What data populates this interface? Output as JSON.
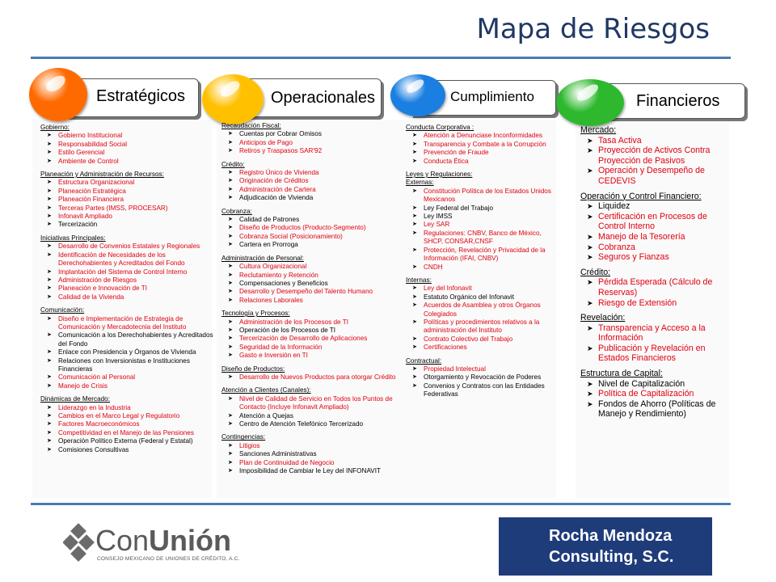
{
  "title": "Mapa de Riesgos",
  "columns": [
    {
      "label": "Estratégicos",
      "orb_color": "#ff6a00",
      "sections": [
        {
          "title": "Gobierno:",
          "items": [
            {
              "text": "Gobierno Institucional",
              "red": true
            },
            {
              "text": "Responsabilidad Social",
              "red": true
            },
            {
              "text": "Estilo Gerencial",
              "red": true
            },
            {
              "text": "Ambiente de Control",
              "red": true
            }
          ]
        },
        {
          "title": "Planeación y Administración de Recursos:",
          "items": [
            {
              "text": "Estructura Organizacional",
              "red": true
            },
            {
              "text": "Planeación Estratégica",
              "red": true
            },
            {
              "text": "Planeación Financiera",
              "red": true
            },
            {
              "text": "Terceras Partes (IMSS, PROCESAR)",
              "red": true
            },
            {
              "text": "Infonavit Ampliado",
              "red": true
            },
            {
              "text": "Tercerización",
              "red": false
            }
          ]
        },
        {
          "title": "Iniciativas Principales:",
          "items": [
            {
              "text": "Desarrollo de Convenios Estatales y Regionales",
              "red": true
            },
            {
              "text": "Identificación de Necesidades de los Derechohabientes y Acreditados del Fondo",
              "red": true
            },
            {
              "text": "Implantación del Sistema de Control Interno",
              "red": true
            },
            {
              "text": "Administración de Riesgos",
              "red": true
            },
            {
              "text": "Planeación e Innovación de TI",
              "red": true
            },
            {
              "text": "Calidad de la Vivienda",
              "red": true
            }
          ]
        },
        {
          "title": "Comunicación:",
          "items": [
            {
              "text": "Diseño e Implementación de Estrategia de Comunicación y Mercadotecnia del Instituto",
              "red": true
            },
            {
              "text": "Comunicación a los Derechohabientes y Acreditados del Fondo",
              "red": false
            },
            {
              "text": "Enlace con Presidencia y Órganos de Vivienda",
              "red": false
            },
            {
              "text": "Relaciones con Inversionistas e Instituciones Financieras",
              "red": false
            },
            {
              "text": "Comunicación al Personal",
              "red": true
            },
            {
              "text": "Manejo de Crisis",
              "red": true
            }
          ]
        },
        {
          "title": "Dinámicas de Mercado:",
          "items": [
            {
              "text": "Liderazgo en la Industria",
              "red": true
            },
            {
              "text": "Cambios en el Marco Legal y Regulatorio",
              "red": true
            },
            {
              "text": "Factores Macroeconómicos",
              "red": true
            },
            {
              "text": "Competitividad en el Manejo de las Pensiones",
              "red": true
            },
            {
              "text": "Operación Político Externa (Federal y Estatal)",
              "red": false
            },
            {
              "text": "Comisiones Consultivas",
              "red": false
            }
          ]
        }
      ]
    },
    {
      "label": "Operacionales",
      "orb_color": "#ffc000",
      "sections": [
        {
          "title": "Recaudación Fiscal:",
          "items": [
            {
              "text": "Cuentas por Cobrar Omisos",
              "red": false
            },
            {
              "text": "Anticipos de Pago",
              "red": true
            },
            {
              "text": "Retiros y Traspasos SAR'92",
              "red": true
            }
          ]
        },
        {
          "title": "Crédito:",
          "items": [
            {
              "text": "Registro Único de Vivienda",
              "red": true
            },
            {
              "text": "Originación de Créditos",
              "red": true
            },
            {
              "text": "Administración de Cartera",
              "red": true
            },
            {
              "text": "Adjudicación de Vivienda",
              "red": false
            }
          ]
        },
        {
          "title": "Cobranza:",
          "items": [
            {
              "text": "Calidad de Patrones",
              "red": false
            },
            {
              "text": "Diseño de Productos (Producto-Segmento)",
              "red": true
            },
            {
              "text": "Cobranza Social (Posicionamiento)",
              "red": true
            },
            {
              "text": "Cartera en Prorroga",
              "red": false
            }
          ]
        },
        {
          "title": "Administración de Personal:",
          "items": [
            {
              "text": "Cultura Organizacional",
              "red": true
            },
            {
              "text": "Reclutamiento y Retención",
              "red": true
            },
            {
              "text": "Compensaciones y Beneficios",
              "red": false
            },
            {
              "text": "Desarrollo y Desempeño del Talento Humano",
              "red": true
            },
            {
              "text": "Relaciones Laborales",
              "red": true
            }
          ]
        },
        {
          "title": "Tecnología y Procesos:",
          "items": [
            {
              "text": "Administración de los Procesos de TI",
              "red": true
            },
            {
              "text": "Operación de los Procesos de TI",
              "red": false
            },
            {
              "text": "Tercerización de Desarrollo de Aplicaciones",
              "red": true
            },
            {
              "text": "Seguridad de la Información",
              "red": true
            },
            {
              "text": "Gasto e Inversión en TI",
              "red": true
            }
          ]
        },
        {
          "title": "Diseño de Productos:",
          "items": [
            {
              "text": "Desarrollo de Nuevos Productos para otorgar Crédito",
              "red": true
            }
          ]
        },
        {
          "title": "Atención a Clientes (Canales):",
          "items": [
            {
              "text": "Nivel de Calidad de Servicio en Todos los Puntos de Contacto (Incluye Infonavit Ampliado)",
              "red": true
            },
            {
              "text": "Atención a Quejas",
              "red": false
            },
            {
              "text": "Centro de Atención Telefónico Tercerizado",
              "red": false
            }
          ]
        },
        {
          "title": "Contingencias:",
          "items": [
            {
              "text": "Litigios",
              "red": true
            },
            {
              "text": "Sanciones Administrativas",
              "red": false
            },
            {
              "text": "Plan de Continuidad de Negocio",
              "red": true
            },
            {
              "text": "Imposibilidad de Cambiar le Ley del INFONAVIT",
              "red": false
            }
          ]
        }
      ]
    },
    {
      "label": "Cumplimiento",
      "orb_color": "#1a7fe0",
      "sections": [
        {
          "title": "Conducta Corporativa :",
          "items": [
            {
              "text": "Atención a Denunciase Inconformidades",
              "red": true
            },
            {
              "text": "Transparencia y Combate a la Corrupción",
              "red": true
            },
            {
              "text": "Prevención de Fraude",
              "red": true
            },
            {
              "text": "Conducta Ética",
              "red": true
            }
          ]
        },
        {
          "title": "Leyes y Regulaciones:",
          "subtitle": "Externas:",
          "items": [
            {
              "text": "Constitución Política de los Estados Unidos Mexicanos",
              "red": true
            },
            {
              "text": "Ley Federal del Trabajo",
              "red": false
            },
            {
              "text": "Ley IMSS",
              "red": false
            },
            {
              "text": "Ley SAR",
              "red": true
            },
            {
              "text": "Regulaciones: CNBV, Banco de México, SHCP, CONSAR,CNSF",
              "red": true
            },
            {
              "text": "Protección, Revelación y Privacidad de la Información (IFAI, CNBV)",
              "red": true
            },
            {
              "text": "CNDH",
              "red": true
            }
          ]
        },
        {
          "title": "Internas:",
          "items": [
            {
              "text": "Ley del Infonavit",
              "red": true
            },
            {
              "text": "Estatuto Orgánico del Infonavit",
              "red": false
            },
            {
              "text": "Acuerdos de Asamblea y otros Órganos Colegiados",
              "red": true
            },
            {
              "text": "Políticas y procedimientos relativos a la administración del Instituto",
              "red": true
            },
            {
              "text": "Contrato Colectivo del Trabajo",
              "red": true
            },
            {
              "text": "Certificaciones",
              "red": true
            }
          ]
        },
        {
          "title": "Contractual:",
          "items": [
            {
              "text": "Propiedad Intelectual",
              "red": true
            },
            {
              "text": "Otorgamiento y Revocación de Poderes",
              "red": false
            },
            {
              "text": "Convenios y Contratos con las Entidades Federativas",
              "red": false
            }
          ]
        }
      ]
    },
    {
      "label": "Financieros",
      "orb_color": "#2db82d",
      "sections": [
        {
          "title": "Mercado:",
          "items": [
            {
              "text": "Tasa Activa",
              "red": true
            },
            {
              "text": "Proyección de Activos Contra Proyección de Pasivos",
              "red": true
            },
            {
              "text": "Operación y Desempeño de CEDEVIS",
              "red": true
            }
          ]
        },
        {
          "title": "Operación y Control Financiero:",
          "items": [
            {
              "text": "Liquidez",
              "red": false
            },
            {
              "text": "Certificación en Procesos de Control Interno",
              "red": true
            },
            {
              "text": "Manejo de la Tesorería",
              "red": true
            },
            {
              "text": "Cobranza",
              "red": true
            },
            {
              "text": "Seguros y Fianzas",
              "red": true
            }
          ]
        },
        {
          "title": "Crédito:",
          "items": [
            {
              "text": "Pérdida Esperada (Cálculo de Reservas)",
              "red": true
            },
            {
              "text": "Riesgo de Extensión",
              "red": true
            }
          ]
        },
        {
          "title": "Revelación:",
          "items": [
            {
              "text": "Transparencia y Acceso a la Información",
              "red": true
            },
            {
              "text": "Publicación y Revelación en Estados Financieros",
              "red": true
            }
          ]
        },
        {
          "title": "Estructura de Capital:",
          "items": [
            {
              "text": "Nivel de Capitalización",
              "red": false
            },
            {
              "text": "Política de Capitalización",
              "red": true
            },
            {
              "text": "Fondos de Ahorro (Políticas de Manejo y Rendimiento)",
              "red": false
            }
          ]
        }
      ]
    }
  ],
  "footer": {
    "conunion_prefix": "Con",
    "conunion_suffix": "Unión",
    "conunion_subtitle": "CONSEJO MEXICANO DE UNIONES DE CRÉDITO, A.C.",
    "rm_line1": "Rocha Mendoza",
    "rm_line2": "Consulting, S.C.",
    "rm_bg": "#1f3c7a"
  }
}
